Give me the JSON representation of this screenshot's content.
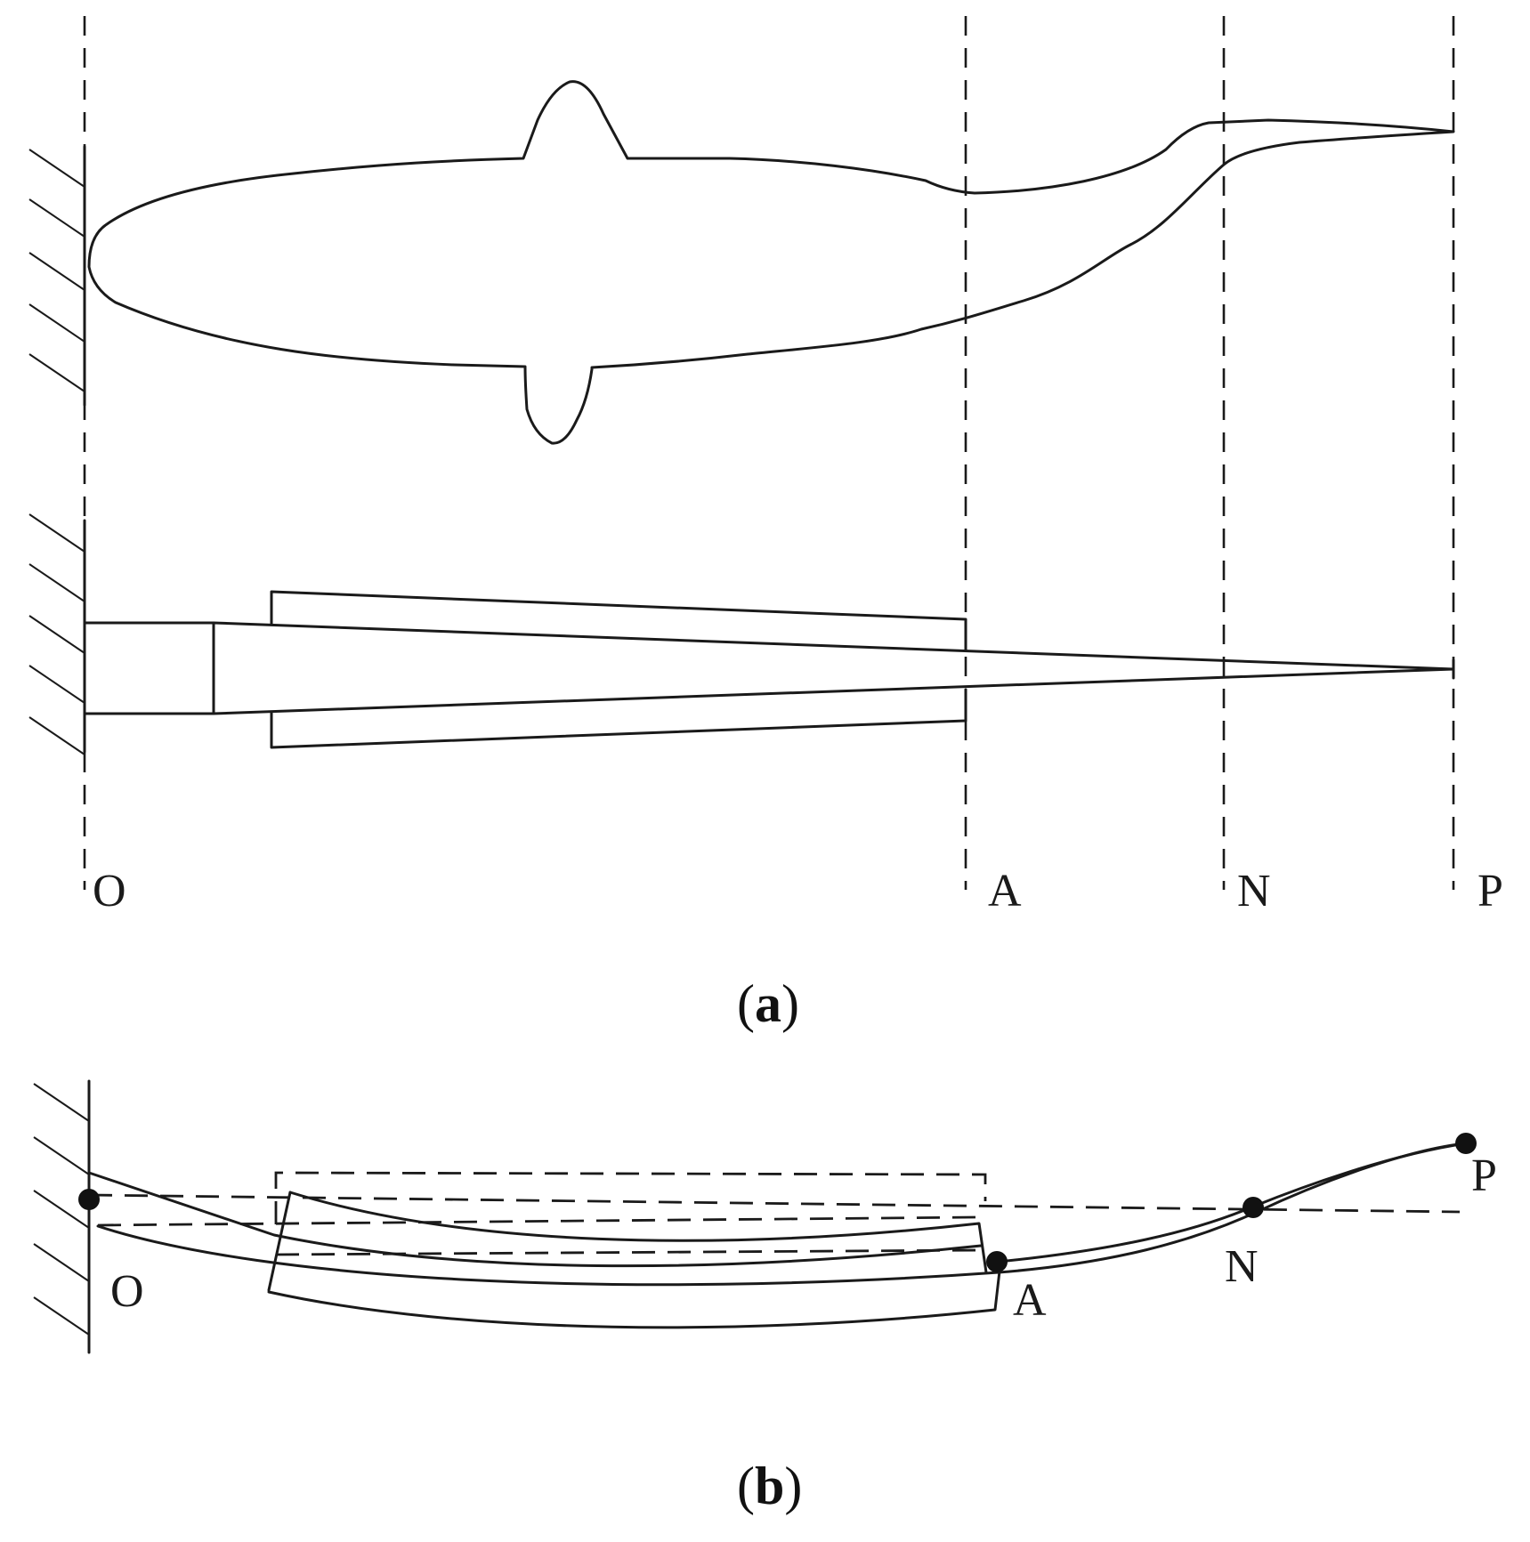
{
  "panel_a": {
    "caption_open": "(",
    "caption_letter": "a",
    "caption_close": ")",
    "labels": {
      "O": "O",
      "A": "A",
      "N": "N",
      "P": "P"
    }
  },
  "panel_b": {
    "caption_open": "(",
    "caption_letter": "b",
    "caption_close": ")",
    "labels": {
      "O": "O",
      "A": "A",
      "N": "N",
      "P": "P"
    }
  }
}
